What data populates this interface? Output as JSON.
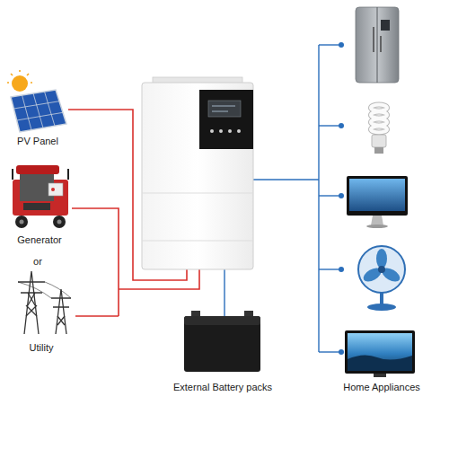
{
  "diagram": {
    "nodes": [
      {
        "text": [
          "PV Panel"
        ]
      },
      {
        "text": [
          "Generator"
        ]
      },
      {
        "text": [
          "Utility"
        ]
      },
      {
        "text": [
          "External Battery packs"
        ]
      },
      {
        "text": [
          "Home Appliances"
        ]
      }
    ],
    "labels": [
      "or"
    ]
  }
}
